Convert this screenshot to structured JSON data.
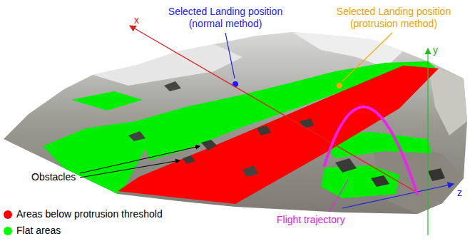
{
  "diagram": {
    "labels": [
      "x",
      "Selected Landing position (normal method)",
      "Selected Landing position (protrusion method)",
      "y",
      "Obstacles",
      "Flight trajectory",
      "z"
    ],
    "legend": [
      {
        "text": "Areas below protrusion threshold",
        "color": "#ff0000"
      },
      {
        "text": "Flat areas",
        "color": "#00ff00"
      }
    ]
  }
}
